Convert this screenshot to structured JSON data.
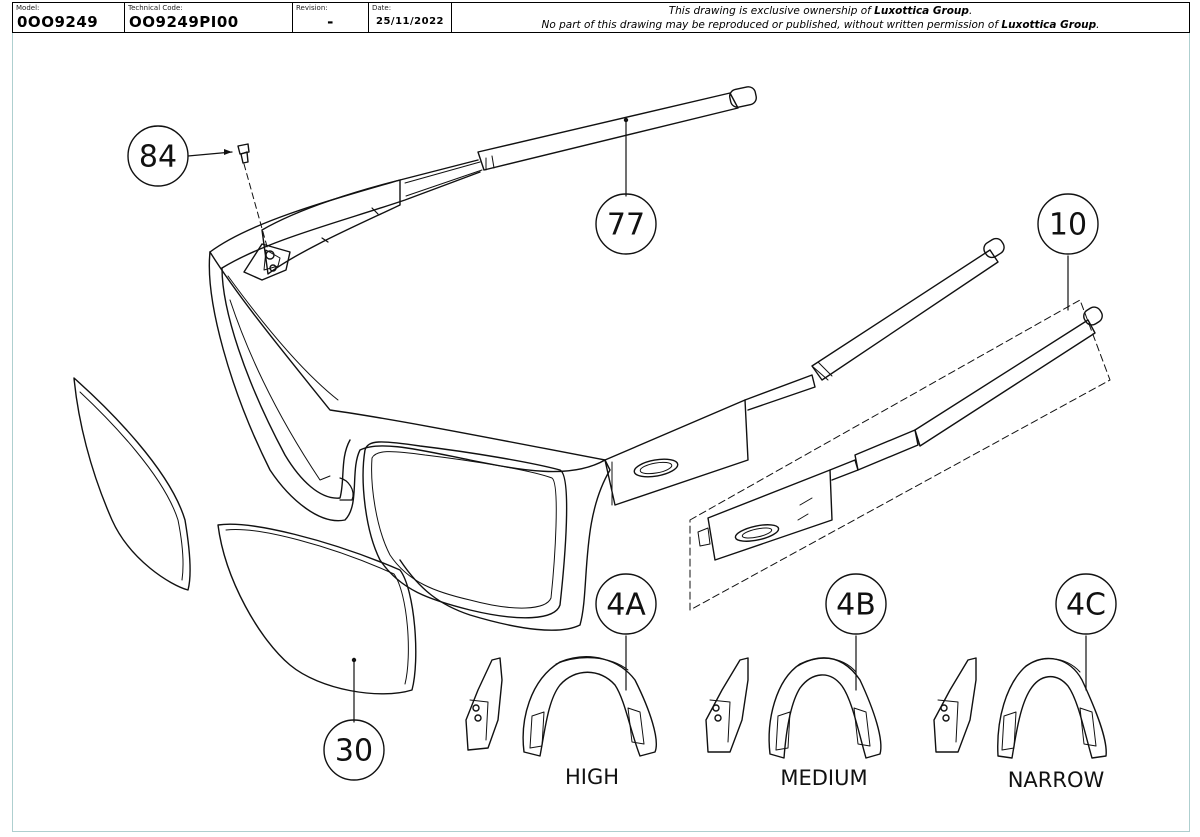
{
  "titleblock": {
    "model_label": "Model:",
    "model_value": "0OO9249",
    "technical_code_label": "Technical Code:",
    "technical_code_value": "OO9249PI00",
    "revision_label": "Revision:",
    "revision_value": "-",
    "date_label": "Date:",
    "date_value": "25/11/2022",
    "notice_line1_pre": "This drawing is exclusive ownership of ",
    "notice_line1_company": "Luxottica Group",
    "notice_line1_post": ".",
    "notice_line2_pre": "No part of this drawing may be reproduced or published, without written permission of ",
    "notice_line2_company": "Luxottica Group",
    "notice_line2_post": "."
  },
  "callouts": {
    "screw": "84",
    "temple_arm": "77",
    "temple_assembly": "10",
    "lens": "30",
    "nosepad_high": "4A",
    "nosepad_medium": "4B",
    "nosepad_narrow": "4C"
  },
  "nosepad_labels": {
    "high": "HIGH",
    "medium": "MEDIUM",
    "narrow": "NARROW"
  }
}
